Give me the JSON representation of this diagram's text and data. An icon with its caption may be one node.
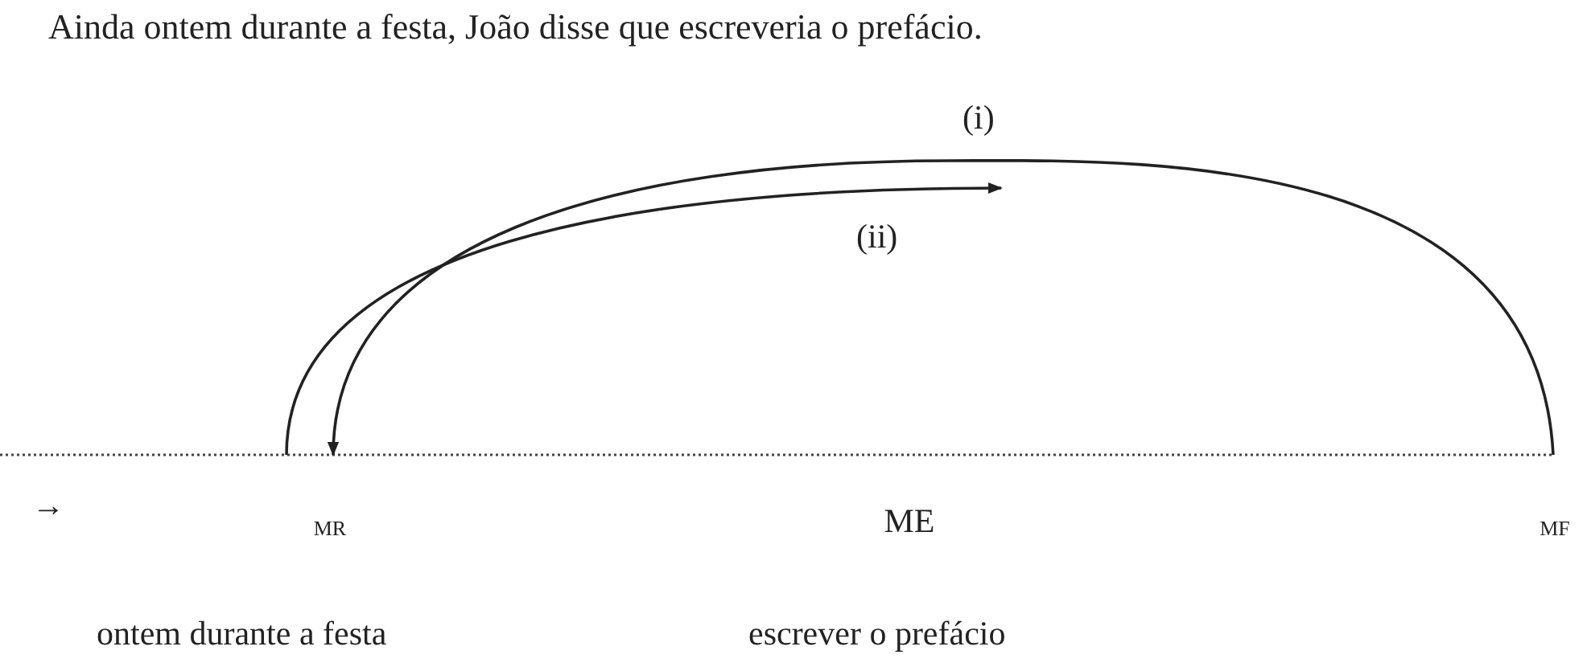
{
  "diagram": {
    "title": "Ainda ontem durante a festa, João disse que escreveria o prefácio.",
    "nodes": [
      {
        "text": [
          "MR"
        ]
      },
      {
        "text": [
          "ME"
        ]
      },
      {
        "text": [
          "MF"
        ]
      }
    ],
    "edges": [
      {
        "from": 2,
        "to": 0,
        "arrow": "to",
        "label": "(i)"
      },
      {
        "from": 0,
        "to": null,
        "arrow": "to",
        "label": "(ii)"
      }
    ],
    "labels": [
      "→",
      "ontem durante a festa",
      "escrever o prefácio"
    ]
  }
}
